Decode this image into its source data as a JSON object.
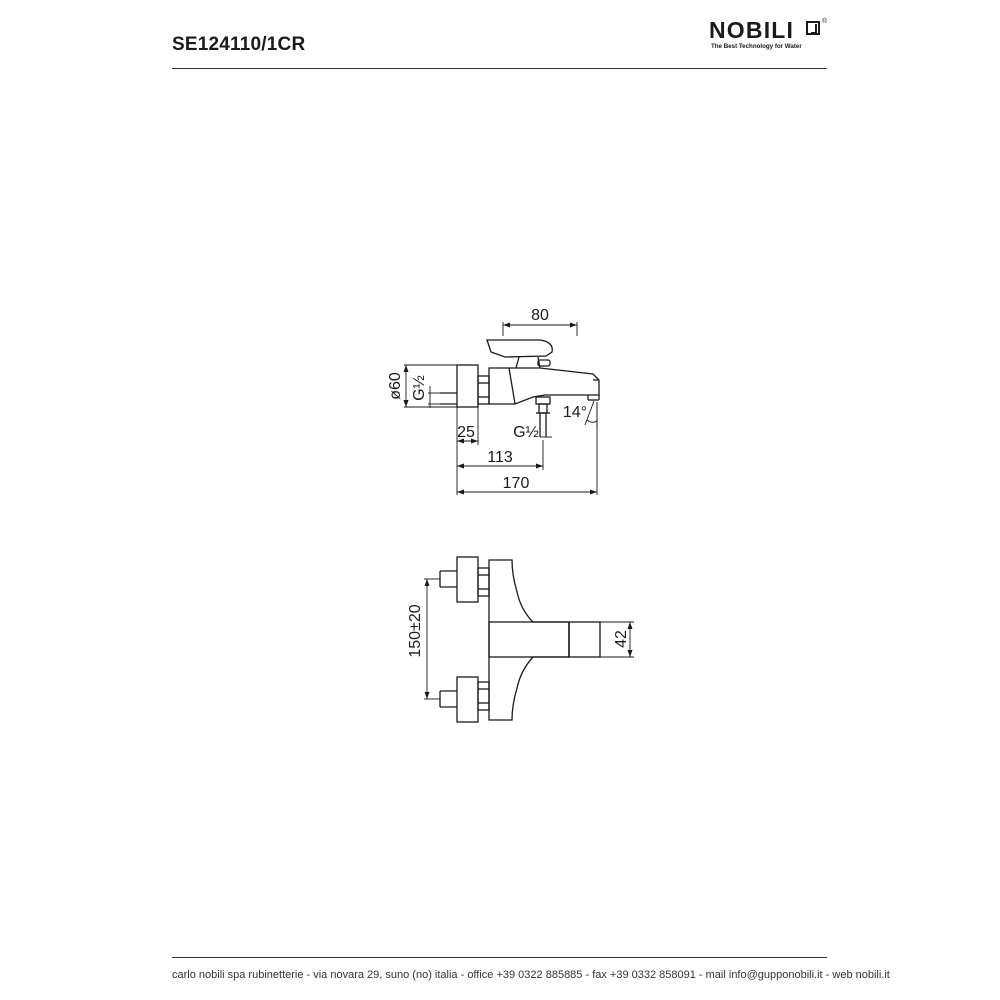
{
  "header": {
    "product_code": "SE124110/1CR",
    "brand": "NOBILI",
    "brand_registered": "®",
    "tagline": "The Best Technology for Water"
  },
  "drawing": {
    "side_view": {
      "dim_top_width": "80",
      "dim_diameter": "ø60",
      "dim_inlet_thread": "G½",
      "dim_inlet_depth": "25",
      "dim_outlet_thread": "G½",
      "dim_outlet_position": "113",
      "dim_overall_length": "170",
      "spout_angle": "14°"
    },
    "front_view": {
      "dim_center_distance": "150±20",
      "dim_body_height": "42"
    }
  },
  "footer": {
    "text": "carlo nobili spa rubinetterie - via novara 29, suno (no) italia - office +39 0322 885885 - fax +39 0332 858091 - mail info@gupponobili.it - web nobili.it"
  }
}
